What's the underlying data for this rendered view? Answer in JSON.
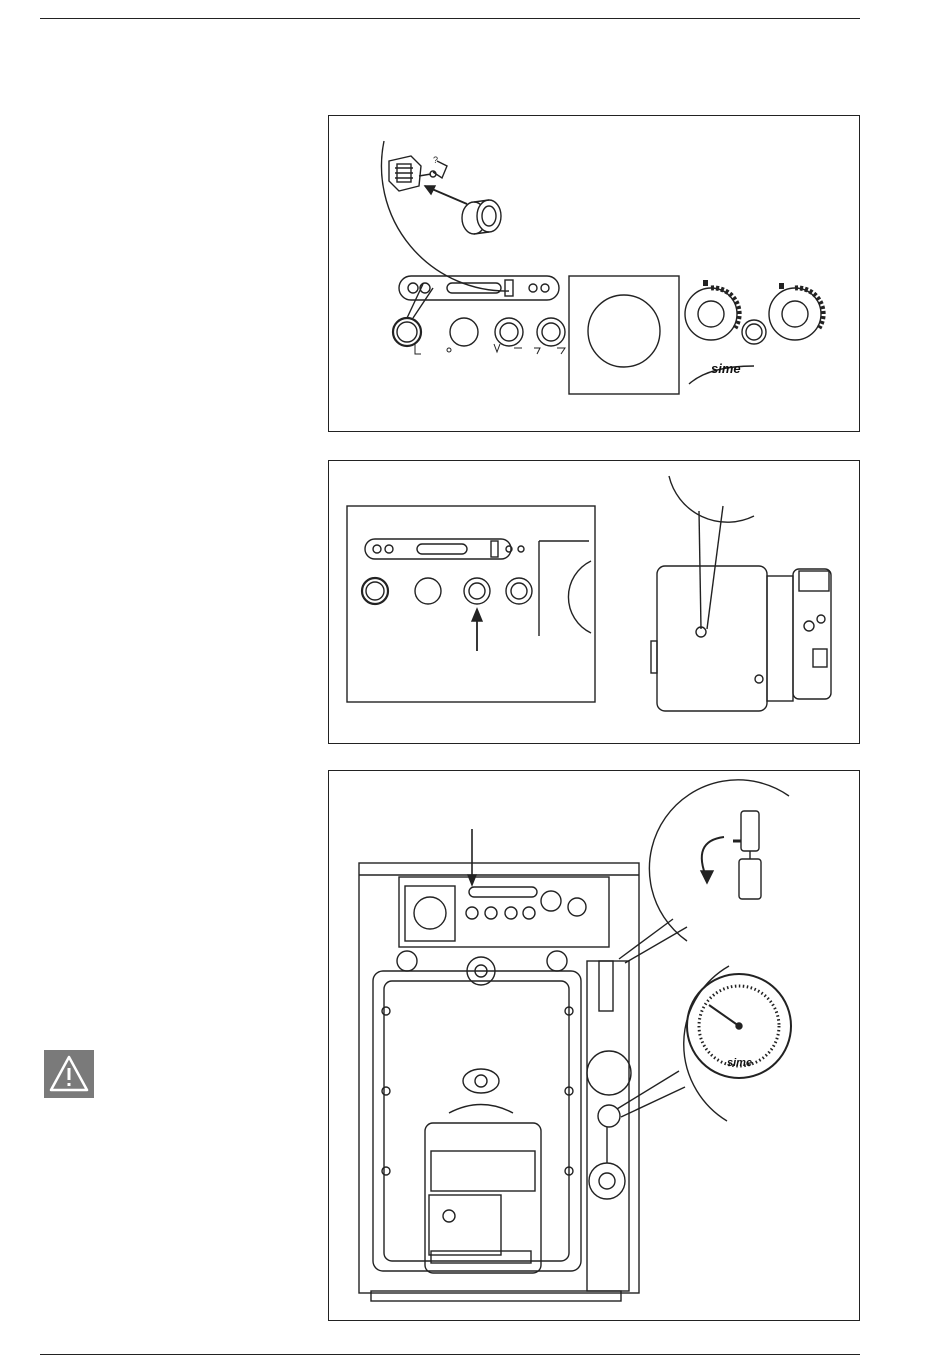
{
  "brand": {
    "logo_text": "sime"
  },
  "figures": [
    {
      "id": "control-panel-thermostat-reset"
    },
    {
      "id": "burner-reset-button"
    },
    {
      "id": "boiler-front-filling-and-gauge"
    }
  ],
  "warning": {
    "icon": "warning-triangle-icon"
  },
  "colors": {
    "line": "#222222",
    "warning_bg": "#7a7a7a"
  }
}
